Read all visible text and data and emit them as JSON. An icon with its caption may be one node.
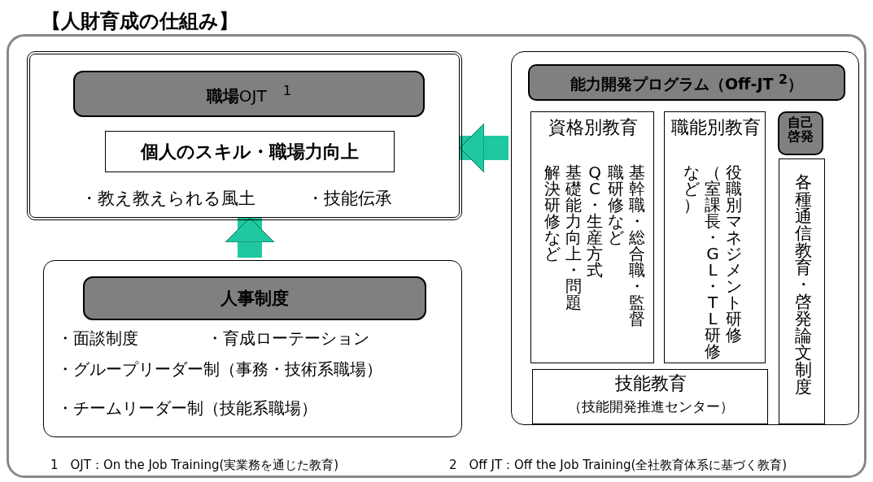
{
  "diagram": {
    "nodes": [
      {
        "text": [
          "【人財育成の仕組み】"
        ]
      },
      {
        "text": [
          "・教え教えられる風土",
          "・技能伝承"
        ],
        "in": 0
      },
      {
        "text": [
          "**職場**OJT　$^{1}$"
        ],
        "in": 1
      },
      {
        "text": [
          "個人のスキル・職場力向上"
        ],
        "in": 1
      },
      {
        "text": [
          "・面談制度",
          "・育成ローテーション",
          "・グループリーダー制（事務・技術系職場）",
          "・チームリーダー制（技能系職場）"
        ],
        "in": 0
      },
      {
        "text": [
          "人事制度"
        ],
        "in": 4
      },
      {
        "text": [],
        "shape": "box",
        "in": 0
      },
      {
        "text": [
          "能力開発プログラム（Off-JT $^{2}$）"
        ],
        "in": 6
      },
      {
        "text": [
          "資格別教育",
          "基幹職・総合職・監督",
          "職研修など",
          "QC・生産方式",
          "基礎能力向上・問題",
          "解決研修など"
        ],
        "in": 6
      },
      {
        "text": [
          "職能別教育",
          "役職別マネジメント研修",
          "（室課長・GL・TL研修",
          "など）"
        ],
        "in": 6
      },
      {
        "text": [
          "技能教育",
          "（技能開発推進センター）"
        ],
        "in": 6
      },
      {
        "text": [
          "自己啓発"
        ],
        "in": 6
      },
      {
        "text": [
          "各種通信教育・啓発論文制度"
        ],
        "in": 6
      }
    ],
    "edges": [
      {
        "from": 6,
        "to": 1,
        "arrow": "to"
      },
      {
        "from": 4,
        "to": 1,
        "arrow": "to"
      }
    ],
    "labels": [
      "1　OJT：On the Job Training(実業務を通じた教育)",
      "2　Off JT：Off the Job Training(全社教育体系に基づく教育)"
    ]
  }
}
